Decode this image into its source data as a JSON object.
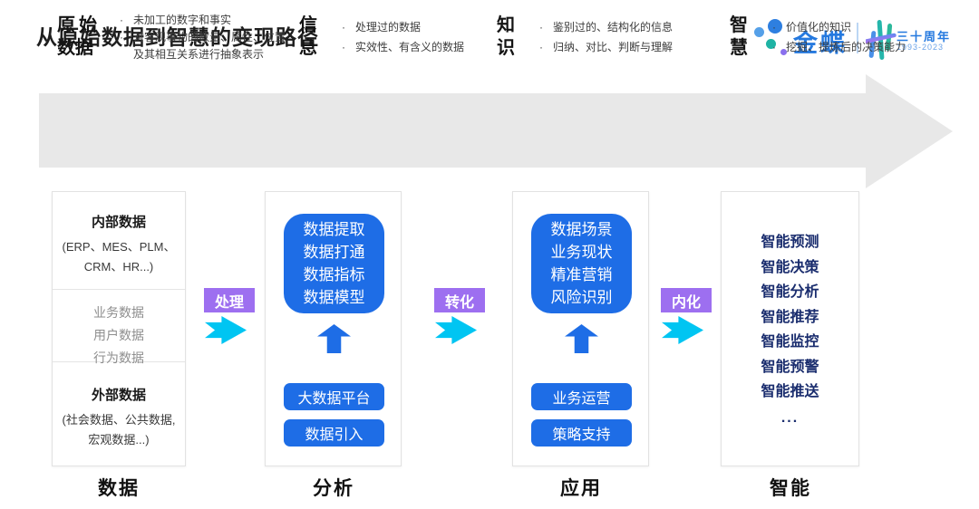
{
  "page": {
    "title": "从原始数据到智慧的变现路径"
  },
  "logo": {
    "brand": "金蝶",
    "anniversary_label": "三十周年",
    "anniversary_years": "1993-2023"
  },
  "banner": {
    "stages": [
      {
        "title": "原始数据",
        "points": [
          "未加工的数字和事实",
          "对客观事物的数量、属性、位置及其相互关系进行抽象表示"
        ]
      },
      {
        "title": "信息",
        "points": [
          "处理过的数据",
          "实效性、有含义的数据"
        ]
      },
      {
        "title": "知识",
        "points": [
          "鉴别过的、结构化的信息",
          "归纳、对比、判断与理解"
        ]
      },
      {
        "title": "智慧",
        "points": [
          "价值化的知识",
          "挖掘、提炼后的决策能力"
        ]
      }
    ]
  },
  "columns": {
    "data": {
      "stage_label": "数据",
      "internal": {
        "title": "内部数据",
        "lines": [
          "(ERP、MES、PLM、",
          "CRM、HR...)"
        ]
      },
      "middle": {
        "items": [
          "业务数据",
          "用户数据",
          "行为数据"
        ]
      },
      "external": {
        "title": "外部数据",
        "lines": [
          "(社会数据、公共数据,",
          "宏观数据...)"
        ]
      }
    },
    "analysis": {
      "stage_label": "分析",
      "main_box": [
        "数据提取",
        "数据打通",
        "数据指标",
        "数据模型"
      ],
      "buttons": [
        "大数据平台",
        "数据引入"
      ]
    },
    "application": {
      "stage_label": "应用",
      "main_box": [
        "数据场景",
        "业务现状",
        "精准营销",
        "风险识别"
      ],
      "buttons": [
        "业务运营",
        "策略支持"
      ]
    },
    "intelligence": {
      "stage_label": "智能",
      "items": [
        "智能预测",
        "智能决策",
        "智能分析",
        "智能推荐",
        "智能监控",
        "智能预警",
        "智能推送"
      ],
      "more": "..."
    }
  },
  "connectors": [
    {
      "label": "处理"
    },
    {
      "label": "转化"
    },
    {
      "label": "内化"
    }
  ],
  "colors": {
    "accent_blue": "#1E6DE6",
    "navy_text": "#1A2D6E",
    "purple_label": "#9D6FF0",
    "cyan_arrow": "#00C5F2",
    "banner_gray": "#E8E8E8",
    "brand_blue": "#2579DF",
    "teal": "#1FB3A4"
  }
}
